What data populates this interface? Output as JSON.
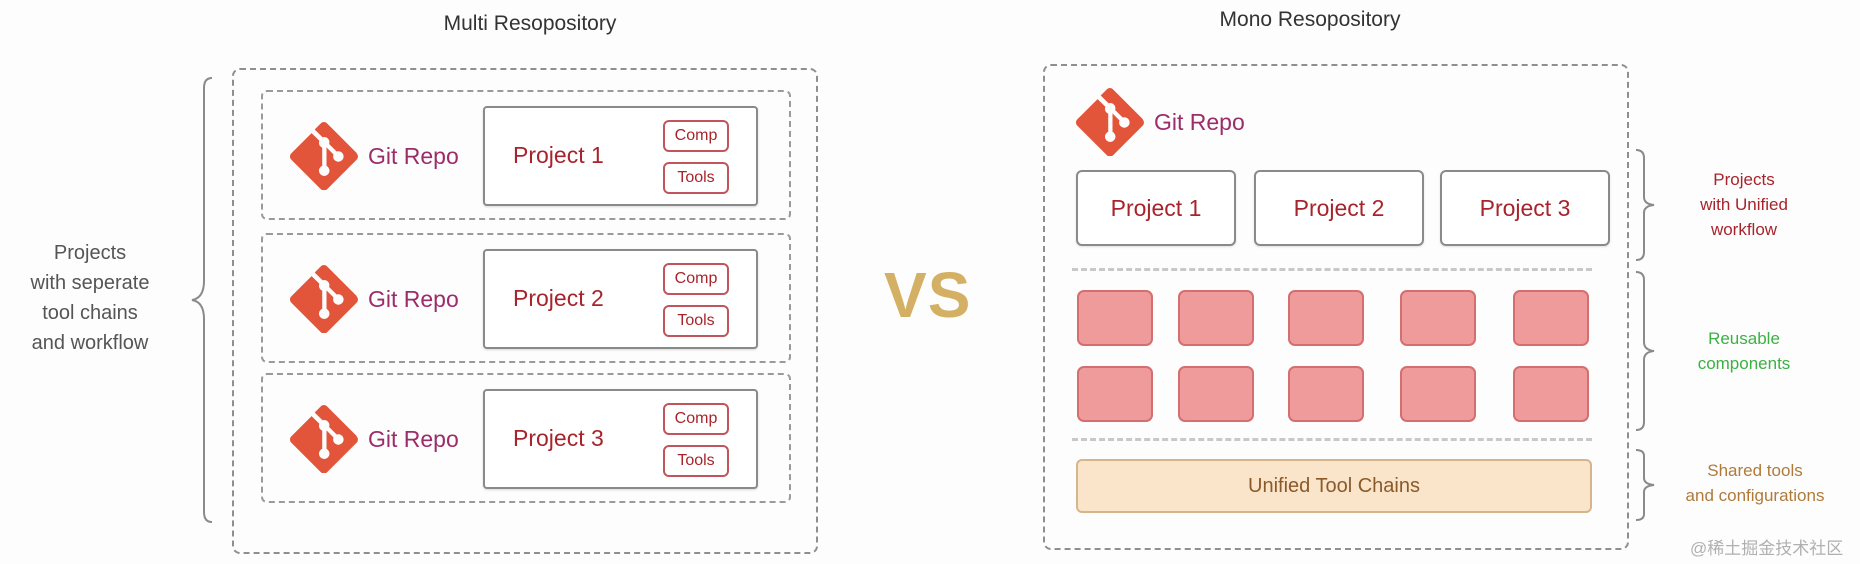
{
  "multi": {
    "title": "Multi Resopository",
    "side_label": [
      "Projects",
      "with seperate",
      "tool chains",
      "and workflow"
    ],
    "repos": [
      {
        "git_label": "Git Repo",
        "project": "Project 1",
        "chips": [
          "Comp",
          "Tools"
        ]
      },
      {
        "git_label": "Git Repo",
        "project": "Project 2",
        "chips": [
          "Comp",
          "Tools"
        ]
      },
      {
        "git_label": "Git Repo",
        "project": "Project 3",
        "chips": [
          "Comp",
          "Tools"
        ]
      }
    ]
  },
  "vs_label": "VS",
  "mono": {
    "title": "Mono Resopository",
    "git_label": "Git Repo",
    "projects": [
      "Project 1",
      "Project 2",
      "Project 3"
    ],
    "component_rows": 2,
    "component_cols": 5,
    "toolchain_label": "Unified Tool Chains",
    "right_labels": [
      {
        "lines": [
          "Projects",
          "with Unified",
          "workflow"
        ],
        "color": "#a8242c"
      },
      {
        "lines": [
          "Reusable",
          "components"
        ],
        "color": "#3cb043"
      },
      {
        "lines": [
          "Shared tools",
          "and configurations"
        ],
        "color": "#b07a3a"
      }
    ]
  },
  "colors": {
    "git_orange": "#e2553a",
    "git_label": "#9c2d6a",
    "project_text": "#a8242c",
    "vs": "#d3b063",
    "component_fill": "#ef9b9b",
    "toolchain_fill": "#fae5ca"
  },
  "watermark": "@稀土掘金技术社区"
}
